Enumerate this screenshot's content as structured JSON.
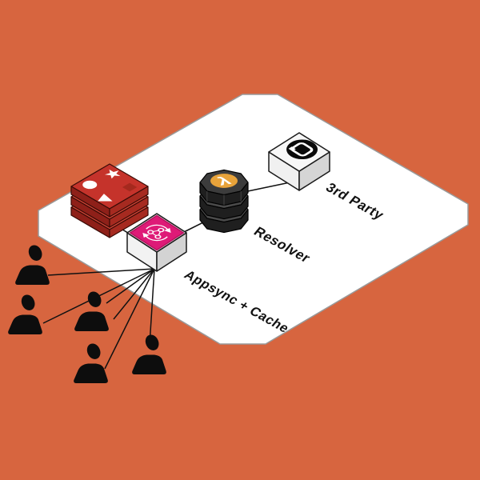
{
  "diagram": {
    "type": "isometric-architecture",
    "labels": {
      "third_party": "3rd Party",
      "resolver": "Resolver",
      "appsync_cache": "Appsync + Cache"
    },
    "nodes": [
      {
        "id": "redis-cache",
        "icon": "redis-stack-icon"
      },
      {
        "id": "appsync-cache",
        "icon": "aws-appsync-icon",
        "label": "Appsync + Cache"
      },
      {
        "id": "resolver",
        "icon": "aws-lambda-stack-icon",
        "label": "Resolver"
      },
      {
        "id": "third-party",
        "icon": "third-party-api-icon",
        "label": "3rd Party"
      }
    ],
    "users": {
      "count": 5,
      "icon": "person-silhouette-icon",
      "connections_to_appsync": 6
    },
    "connections": [
      "users -> appsync-cache",
      "redis-cache -> appsync-cache",
      "appsync-cache -> resolver",
      "resolver -> third-party"
    ],
    "colors": {
      "background": "#D7653F",
      "plane": "#FFFFFF",
      "plane_border": "#9A9A9A",
      "redis_red": "#C5332B",
      "redis_rim": "#D24537",
      "redis_dark_left": "#8E2019",
      "redis_dark_right": "#A62A20",
      "appsync_pink": "#DE1A77",
      "lambda_amber": "#E8A33A",
      "stack_black": "#1F1F1F",
      "connector": "#111111",
      "person": "#0D0D0D"
    }
  }
}
